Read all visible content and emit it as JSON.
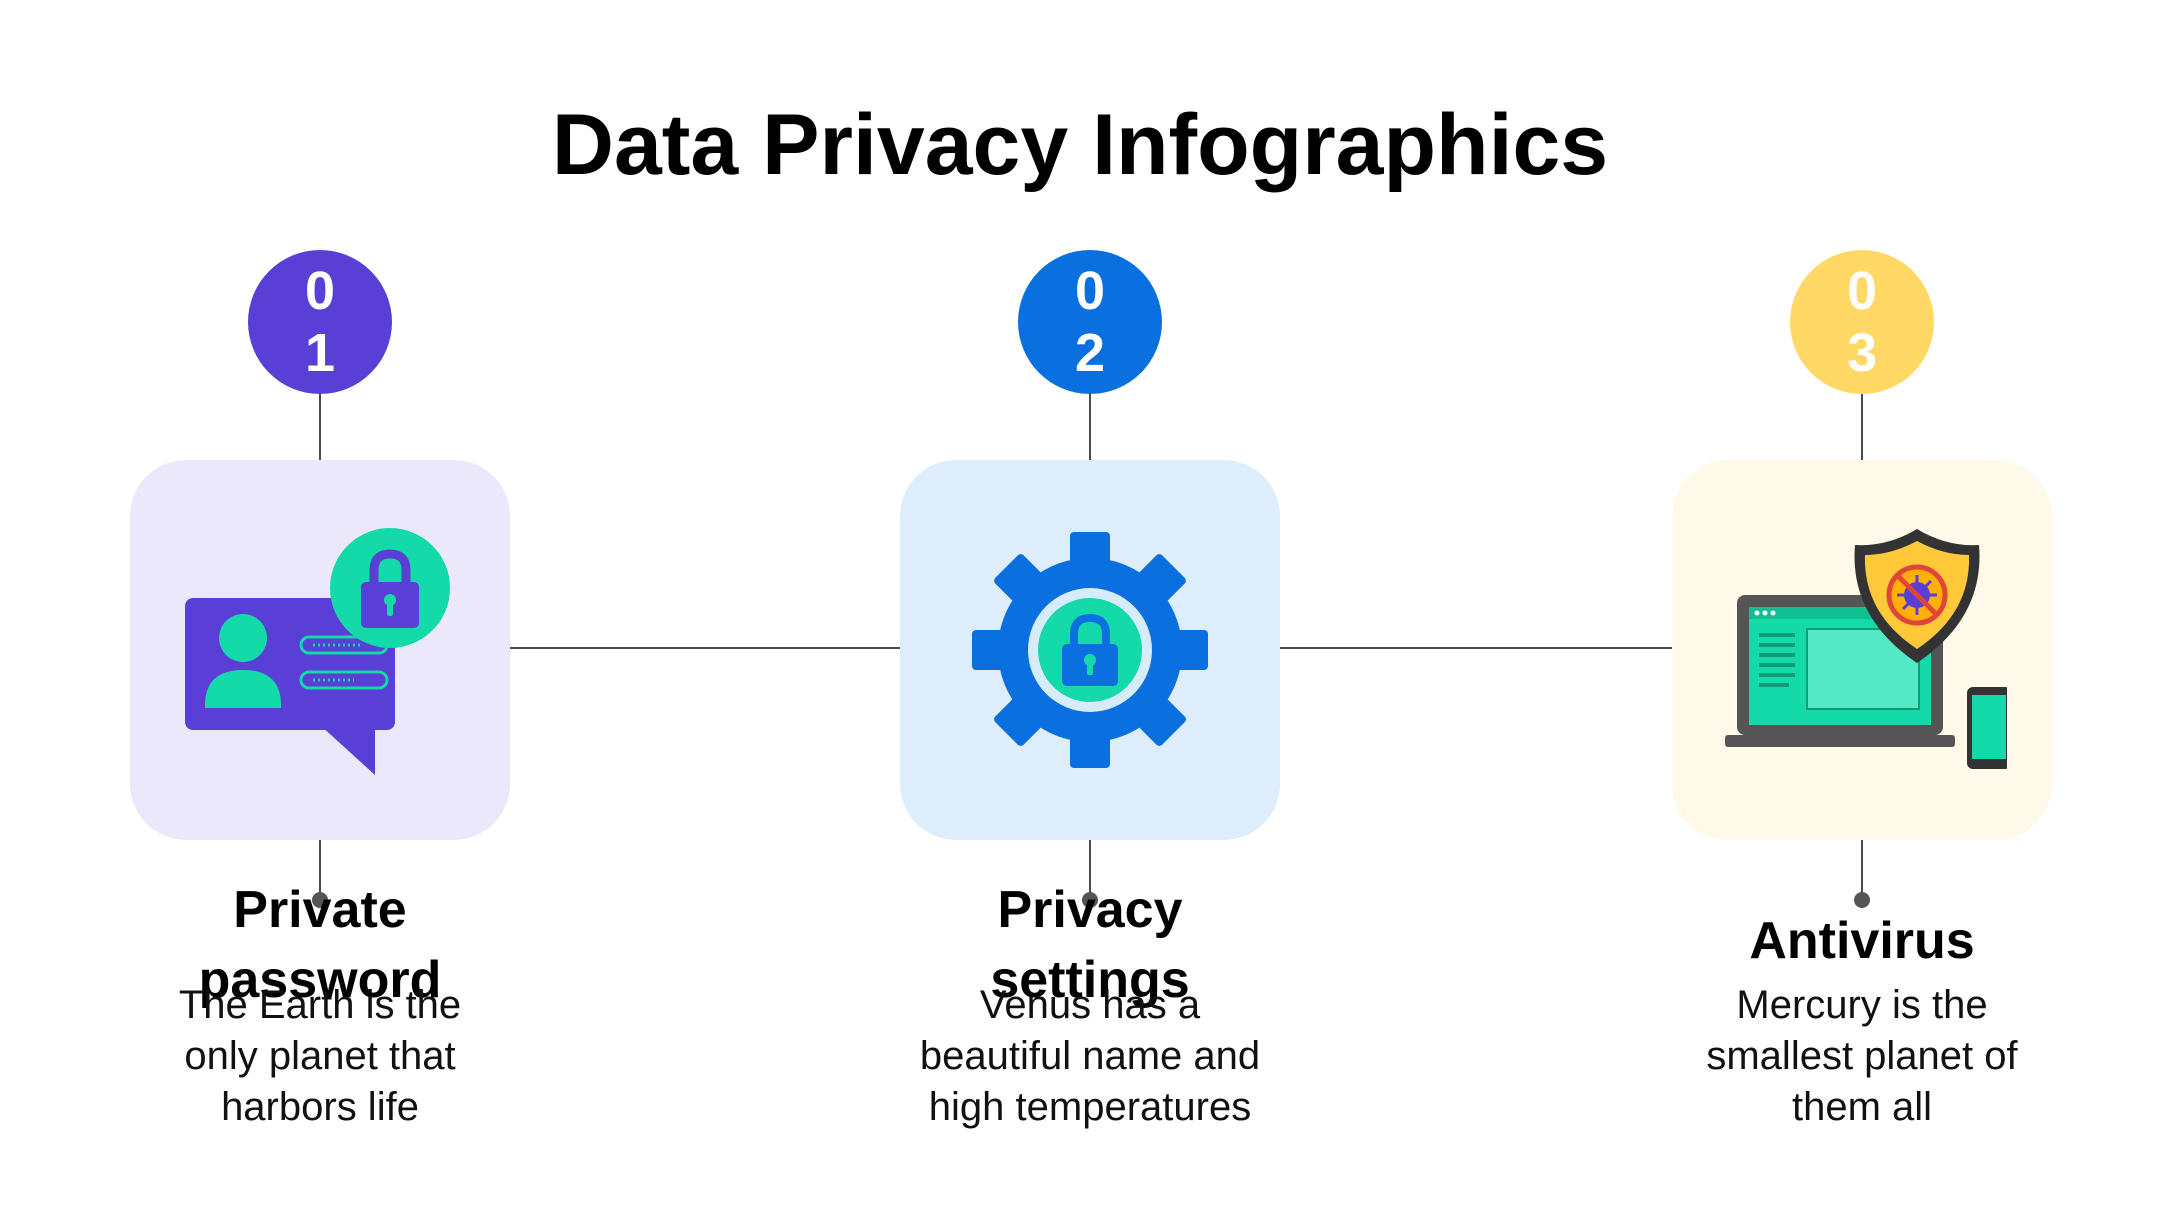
{
  "title": "Data Privacy Infographics",
  "colors": {
    "purple": "#5a3fd6",
    "blue": "#0a6fdf",
    "yellow": "#ffd866",
    "green": "#14d9a8",
    "card_purple": "#ebe8fb",
    "card_blue": "#deedfb",
    "card_yellow": "#fff9ea",
    "line": "#4a4a4a"
  },
  "steps": [
    {
      "number_top": "0",
      "number_bottom": "1",
      "title_line1": "Private",
      "title_line2": "password",
      "desc_lines": [
        "The Earth is the",
        "only planet that",
        "harbors life"
      ],
      "icon": "password-chat-lock-icon"
    },
    {
      "number_top": "0",
      "number_bottom": "2",
      "title_line1": "Privacy",
      "title_line2": "settings",
      "desc_lines": [
        "Venus has a",
        "beautiful name and",
        "high temperatures"
      ],
      "icon": "gear-lock-icon"
    },
    {
      "number_top": "0",
      "number_bottom": "3",
      "title_line1": "Antivirus",
      "desc_lines": [
        "Mercury is the",
        "smallest planet of",
        "them all"
      ],
      "icon": "laptop-shield-virus-icon"
    }
  ]
}
